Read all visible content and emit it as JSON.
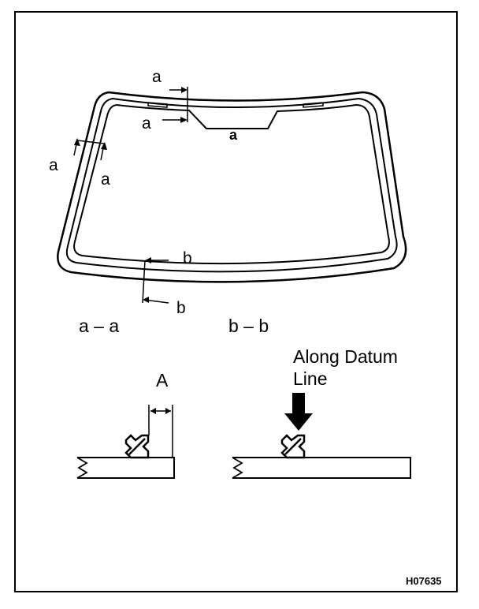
{
  "labels": {
    "a_top": "a",
    "a_mid": "a",
    "a_left": "a",
    "a_left_lower": "a",
    "glass_marker": "a",
    "b_upper": "b",
    "b_lower": "b",
    "section_aa": "a – a",
    "section_bb": "b – b",
    "dimension_A": "A",
    "datum_line_1": "Along Datum",
    "datum_line_2": "Line",
    "figure_id": "H07635"
  }
}
